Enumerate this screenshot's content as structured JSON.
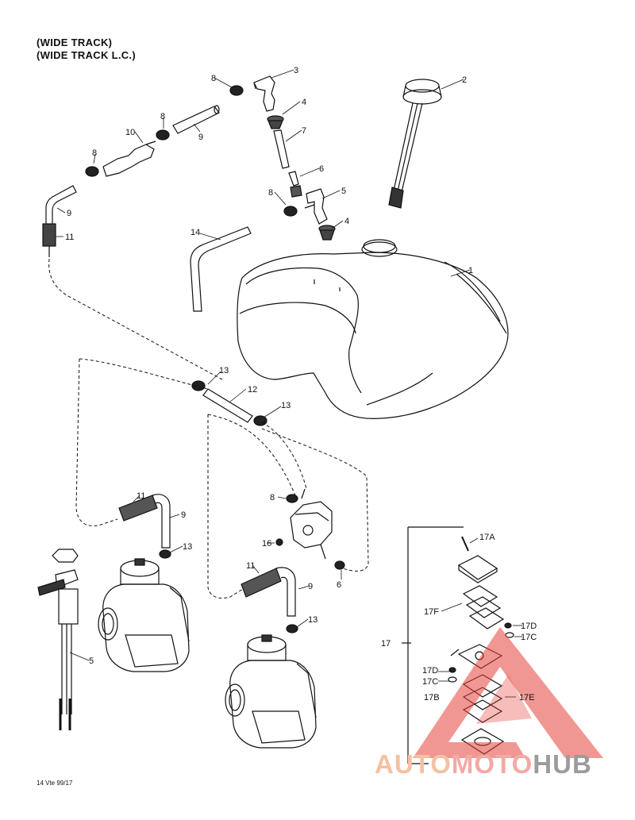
{
  "titles": [
    "(WIDE TRACK)",
    "(WIDE TRACK L.C.)"
  ],
  "footer_code": "14 Vte 99/17",
  "watermark": {
    "part1": "AUTO",
    "part2": "MOTO",
    "part3": "HUB"
  },
  "callouts": {
    "c1": "1",
    "c2": "2",
    "c3": "3",
    "c4a": "4",
    "c4b": "4",
    "c5": "5",
    "c5b": "5",
    "c6a": "6",
    "c6b": "6",
    "c7": "7",
    "c8a": "8",
    "c8b": "8",
    "c8c": "8",
    "c8d": "8",
    "c8e": "8",
    "c9a": "9",
    "c9b": "9",
    "c9c": "9",
    "c9d": "9",
    "c10": "10",
    "c11a": "11",
    "c11b": "11",
    "c11c": "11",
    "c12": "12",
    "c13a": "13",
    "c13b": "13",
    "c13c": "13",
    "c13d": "13",
    "c14": "14",
    "c16": "16",
    "c17": "17",
    "c17a": "17A",
    "c17f": "17F",
    "c17d1": "17D",
    "c17c1": "17C",
    "c17d2": "17D",
    "c17c2": "17C",
    "c17b": "17B",
    "c17e": "17E"
  }
}
